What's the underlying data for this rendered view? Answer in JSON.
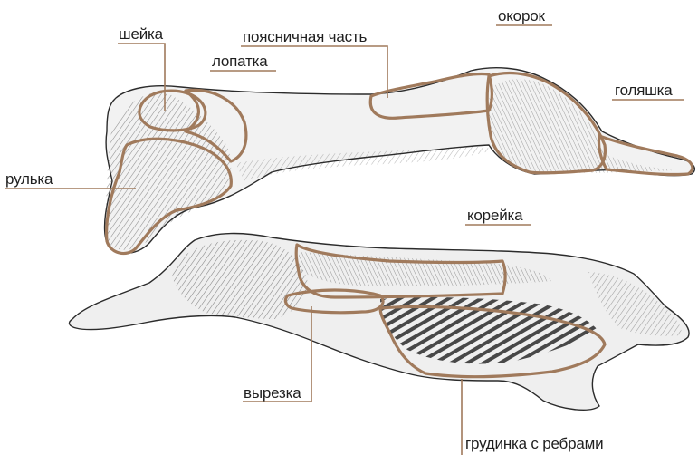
{
  "diagram": {
    "colors": {
      "outline": "#a07a5c",
      "leader": "#a07a5c",
      "ink": "#1f1f1f",
      "meat_top": "#f4f4f4",
      "meat_bottom": "#efefef",
      "hatch": "#3a3a3a"
    },
    "labels": {
      "sheyka": "шейка",
      "lopatka": "лопатка",
      "poyasnichnaya": "поясничная часть",
      "okorok": "окорок",
      "golyashka": "голяшка",
      "rulka": "рулька",
      "koreyka": "корейка",
      "vyrezka": "вырезка",
      "grudinka": "грудинка с ребрами"
    }
  }
}
